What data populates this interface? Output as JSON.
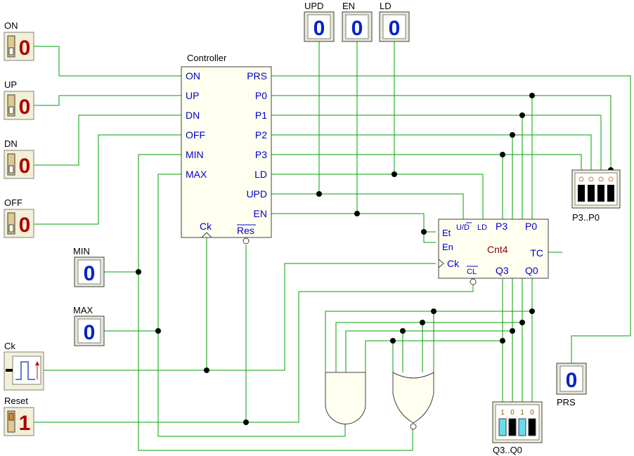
{
  "colors": {
    "wire": "#00a000",
    "block_fill": "#fffff0",
    "block_stroke": "#404040",
    "pin_text": "#0000cc",
    "label_text": "#000000",
    "counter_text": "#880000",
    "switch_red": "#aa0000",
    "switch_body": "#f0e0b0",
    "hex_blue": "#0022cc",
    "led_cyan": "#66ddee"
  },
  "inputs": [
    {
      "label": "ON",
      "value": "0"
    },
    {
      "label": "UP",
      "value": "0"
    },
    {
      "label": "DN",
      "value": "0"
    },
    {
      "label": "OFF",
      "value": "0"
    },
    {
      "label": "Reset",
      "value": "1"
    }
  ],
  "hex_inputs": [
    {
      "label": "UPD",
      "value": "0"
    },
    {
      "label": "EN",
      "value": "0"
    },
    {
      "label": "LD",
      "value": "0"
    },
    {
      "label": "MIN",
      "value": "0"
    },
    {
      "label": "MAX",
      "value": "0"
    }
  ],
  "clock": {
    "label": "Ck"
  },
  "controller": {
    "title": "Controller",
    "left_pins": [
      "ON",
      "UP",
      "DN",
      "OFF",
      "MIN",
      "MAX"
    ],
    "right_pins": [
      "PRS",
      "P0",
      "P1",
      "P2",
      "P3",
      "LD",
      "UPD",
      "EN"
    ],
    "bottom_pins": [
      "Ck",
      "Res"
    ]
  },
  "counter": {
    "name": "Cnt4",
    "top_pins": [
      "U/D",
      "LD",
      "P3",
      "P0"
    ],
    "left_pins": [
      "Et",
      "En",
      "Ck"
    ],
    "right_pins": [
      "TC"
    ],
    "bottom_pins": [
      "CL",
      "Q3",
      "Q0"
    ]
  },
  "output_prs": {
    "label": "PRS",
    "value": "0"
  },
  "bus_p": {
    "label": "P3..P0"
  },
  "bus_q": {
    "label": "Q3..Q0",
    "digits": [
      "1",
      "0",
      "1",
      "0"
    ]
  }
}
